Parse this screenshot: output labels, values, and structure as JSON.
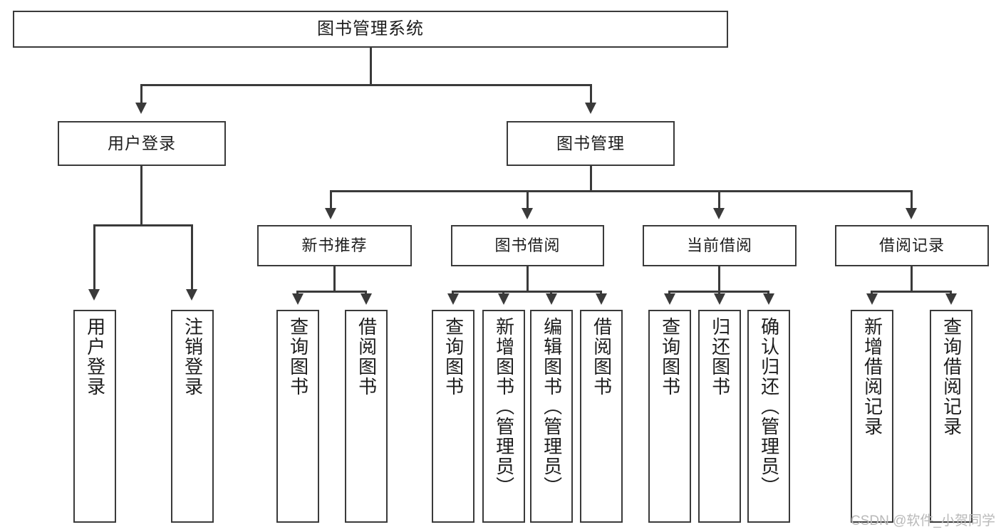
{
  "diagram": {
    "title": "图书管理系统",
    "type": "tree-hierarchy-chart",
    "root": {
      "label": "图书管理系统"
    },
    "level1": [
      {
        "label": "用户登录"
      },
      {
        "label": "图书管理"
      }
    ],
    "level2": [
      {
        "label": "新书推荐"
      },
      {
        "label": "图书借阅"
      },
      {
        "label": "当前借阅"
      },
      {
        "label": "借阅记录"
      }
    ],
    "leaves": {
      "user_login": [
        {
          "label": "用户登录"
        },
        {
          "label": "注销登录"
        }
      ],
      "new_book_recommend": [
        {
          "label": "查询图书"
        },
        {
          "label": "借阅图书"
        }
      ],
      "book_borrow": [
        {
          "label": "查询图书"
        },
        {
          "label": "新增图书（管理员）"
        },
        {
          "label": "编辑图书（管理员）"
        },
        {
          "label": "借阅图书"
        }
      ],
      "current_borrow": [
        {
          "label": "查询图书"
        },
        {
          "label": "归还图书"
        },
        {
          "label": "确认归还（管理员）"
        }
      ],
      "borrow_record": [
        {
          "label": "新增借阅记录"
        },
        {
          "label": "查询借阅记录"
        }
      ]
    }
  },
  "watermark": {
    "text": "CSDN @软件_小贺同学"
  },
  "colors": {
    "stroke": "#3a3a3a",
    "fill": "#ffffff",
    "text": "#1d1d1d",
    "watermark": "#b9b9b9"
  }
}
